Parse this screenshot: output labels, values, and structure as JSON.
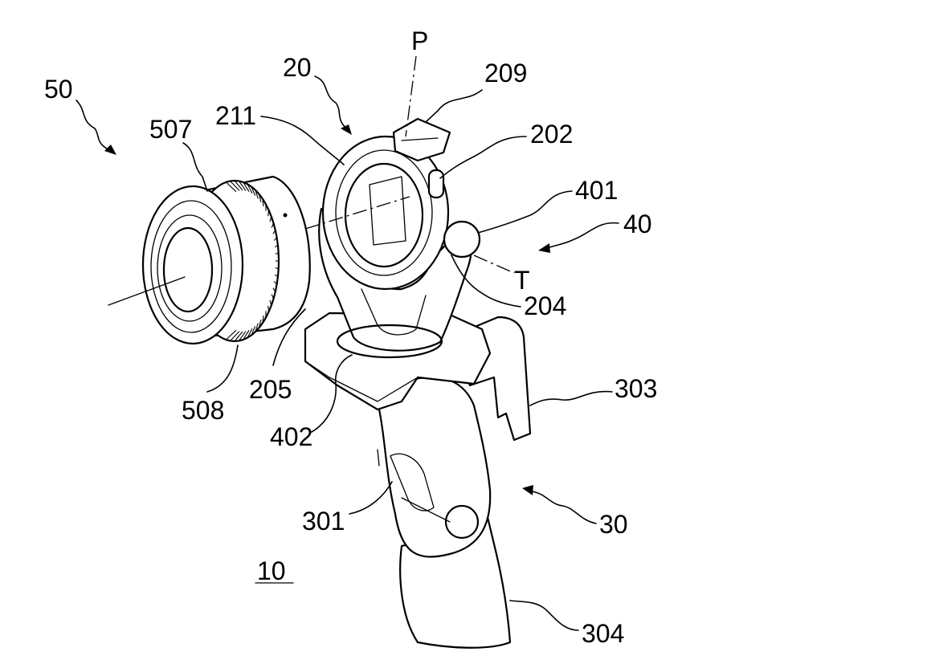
{
  "figure": {
    "labels": {
      "l50": "50",
      "l20": "20",
      "lP": "P",
      "l209": "209",
      "l211": "211",
      "l507": "507",
      "l202": "202",
      "l401": "401",
      "l40": "40",
      "lT": "T",
      "l204": "204",
      "l205": "205",
      "l508": "508",
      "l303": "303",
      "l402": "402",
      "l301": "301",
      "l30": "30",
      "l10": "10",
      "l304": "304"
    }
  }
}
